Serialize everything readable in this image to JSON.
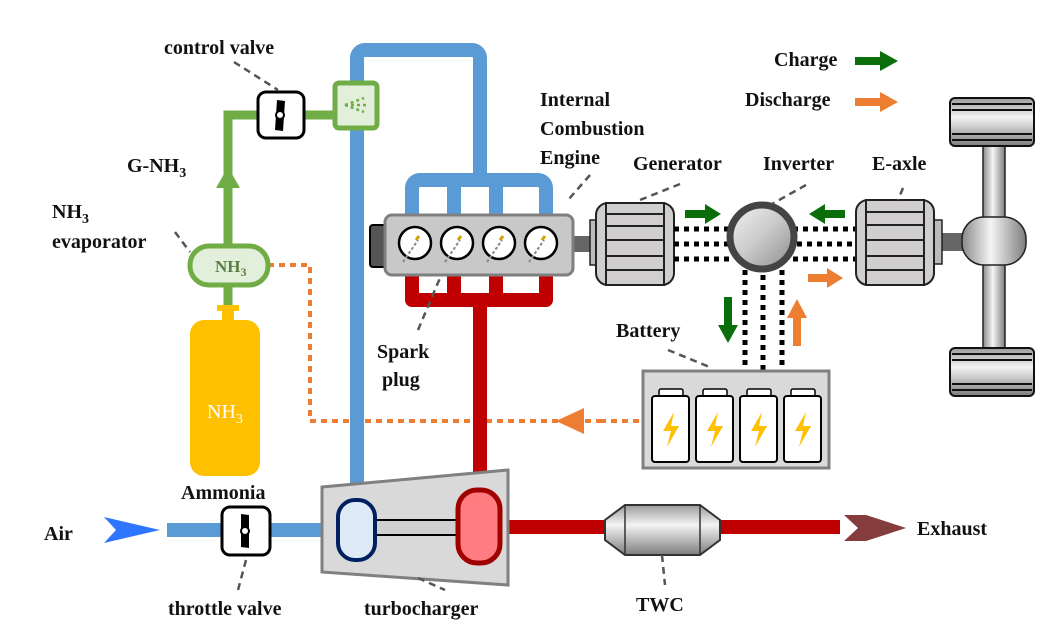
{
  "labels": {
    "control_valve": "control valve",
    "g_nh3": "G-NH",
    "g_nh3_sub": "3",
    "evaporator_line1": "NH",
    "evaporator_line1_sub": "3",
    "evaporator_line2": "evaporator",
    "evaporator_tag": "NH",
    "evaporator_tag_sub": "3",
    "tank_tag": "NH",
    "tank_tag_sub": "3",
    "ammonia": "Ammonia",
    "air": "Air",
    "throttle_valve": "throttle valve",
    "turbocharger": "turbocharger",
    "twc": "TWC",
    "exhaust": "Exhaust",
    "engine_line1": "Internal",
    "engine_line2": "Combustion",
    "engine_line3": "Engine",
    "spark_line1": "Spark",
    "spark_line2": "plug",
    "generator": "Generator",
    "inverter": "Inverter",
    "e_axle": "E-axle",
    "battery": "Battery"
  },
  "legend": {
    "charge": "Charge",
    "discharge": "Discharge"
  },
  "colors": {
    "air_pipe": "#5b9bd5",
    "exhaust_pipe": "#c00000",
    "ammonia_line": "#70ad47",
    "tank": "#ffc000",
    "charge": "#0a6e0a",
    "discharge": "#ed7d31"
  }
}
